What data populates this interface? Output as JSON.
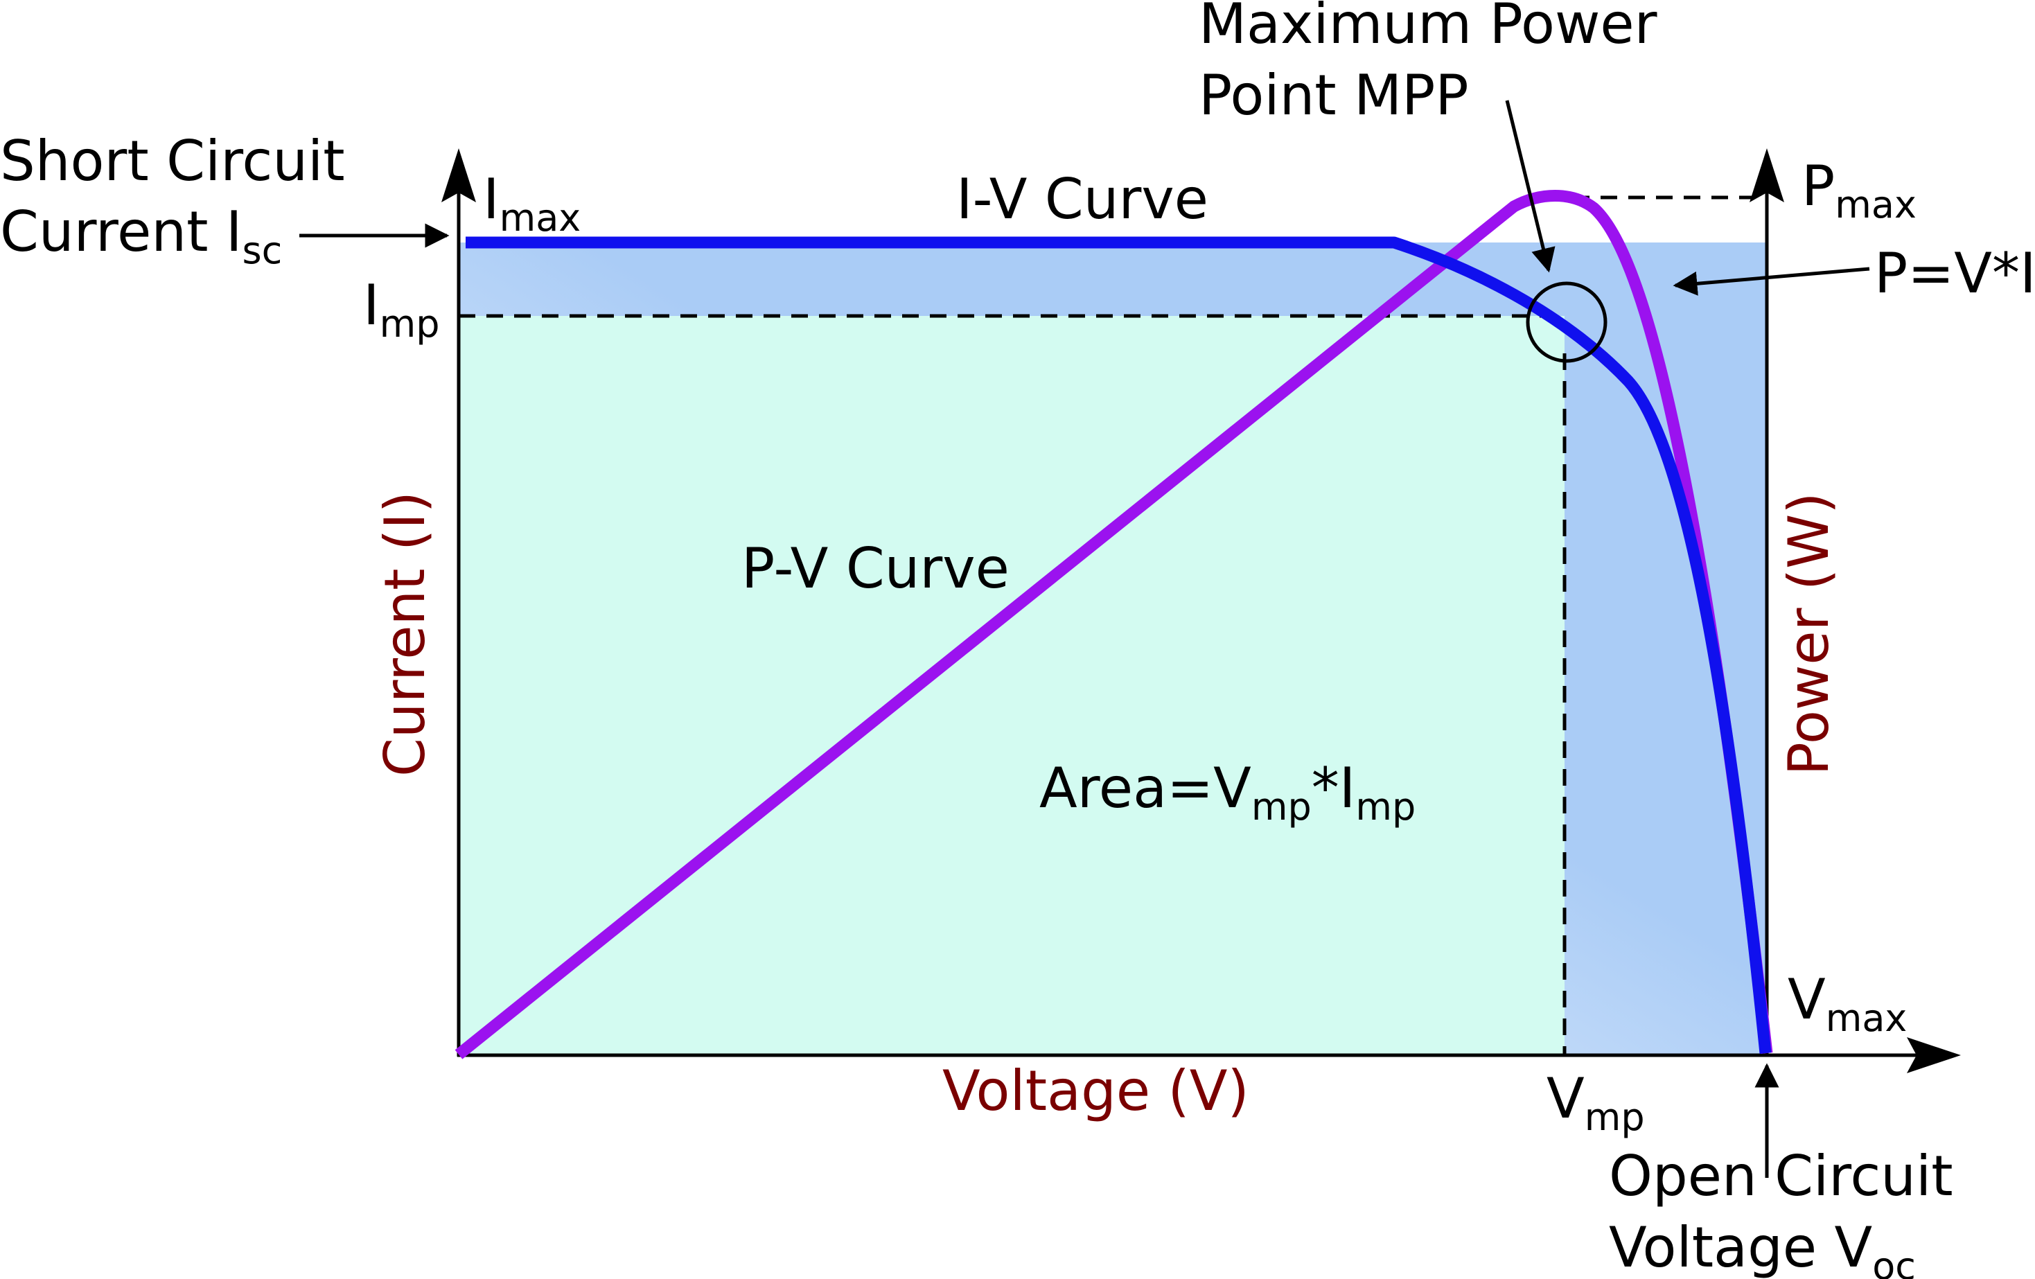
{
  "colors": {
    "iv_curve": "#1010ee",
    "pv_curve": "#9b12ef",
    "area_fill": "#d3fbf1",
    "gradient_light": "#ffffff",
    "gradient_dark": "#aaccf6",
    "axis": "#000000",
    "axis_title": "#7a0000"
  },
  "labels": {
    "isc_line1": "Short Circuit",
    "isc_line2": "Current I",
    "isc_sub": "sc",
    "imax": "I",
    "imax_sub": "max",
    "imp": "I",
    "imp_sub": "mp",
    "iv_curve": "I-V Curve",
    "pv_curve": "P-V Curve",
    "mpp_line1": "Maximum Power",
    "mpp_line2": "Point MPP",
    "pmax": "P",
    "pmax_sub": "max",
    "p_formula": "P=V*I",
    "area_prefix": "Area=V",
    "area_sub1": "mp",
    "area_mid": "*I",
    "area_sub2": "mp",
    "vmax": "V",
    "vmax_sub": "max",
    "vmp": "V",
    "vmp_sub": "mp",
    "voc_line1": "Open Circuit",
    "voc_line2": "Voltage V",
    "voc_sub": "oc"
  },
  "axes": {
    "x_title": "Voltage (V)",
    "y_left_title": "Current (I)",
    "y_right_title": "Power (W)"
  }
}
